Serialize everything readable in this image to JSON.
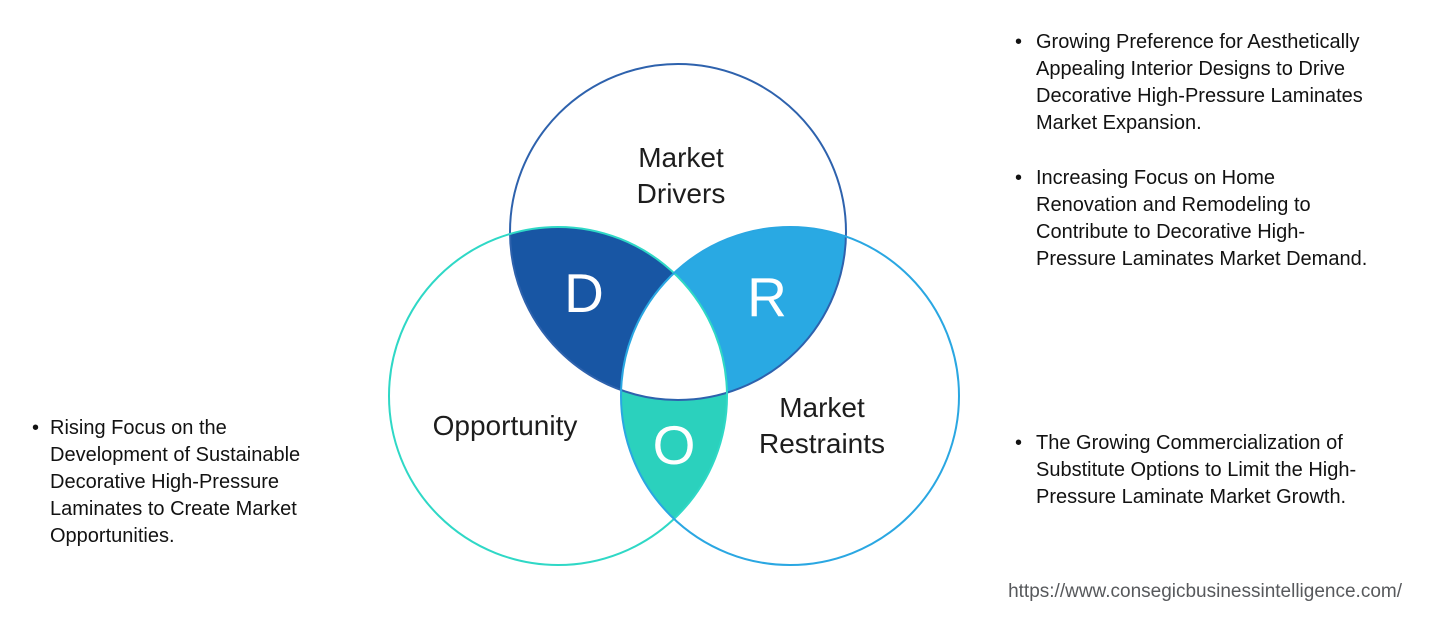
{
  "diagram": {
    "circles": {
      "drivers": {
        "label_lines": [
          "Market",
          "Drivers"
        ],
        "stroke": "#2e62ad"
      },
      "opportunity": {
        "label_lines": [
          "Opportunity"
        ],
        "stroke": "#2fd8c6"
      },
      "restraints": {
        "label_lines": [
          "Market",
          "Restraints"
        ],
        "stroke": "#2aa7e2"
      }
    },
    "regions": {
      "drivers_overlap": {
        "letter": "D",
        "fill": "#1856a4"
      },
      "restraints_overlap": {
        "letter": "R",
        "fill": "#29a9e3"
      },
      "opportunity_overlap": {
        "letter": "O",
        "fill": "#2bd1bd"
      }
    }
  },
  "insights": {
    "left": [
      {
        "marker": "•",
        "text": "Rising Focus on the\nDevelopment of Sustainable\nDecorative High-Pressure\nLaminates to Create Market\nOpportunities."
      }
    ],
    "right_top": [
      {
        "marker": "•",
        "text": "Growing Preference for Aesthetically\nAppealing Interior Designs to Drive\nDecorative High-Pressure Laminates\nMarket Expansion."
      },
      {
        "marker": "•",
        "text": "Increasing Focus on Home\nRenovation and Remodeling to\nContribute to Decorative High-\nPressure Laminates Market Demand."
      }
    ],
    "right_bottom": [
      {
        "marker": "•",
        "text": "The Growing Commercialization of\nSubstitute Options to Limit the High-\nPressure Laminate Market Growth."
      }
    ]
  },
  "source_url": "https://www.consegicbusinessintelligence.com/"
}
